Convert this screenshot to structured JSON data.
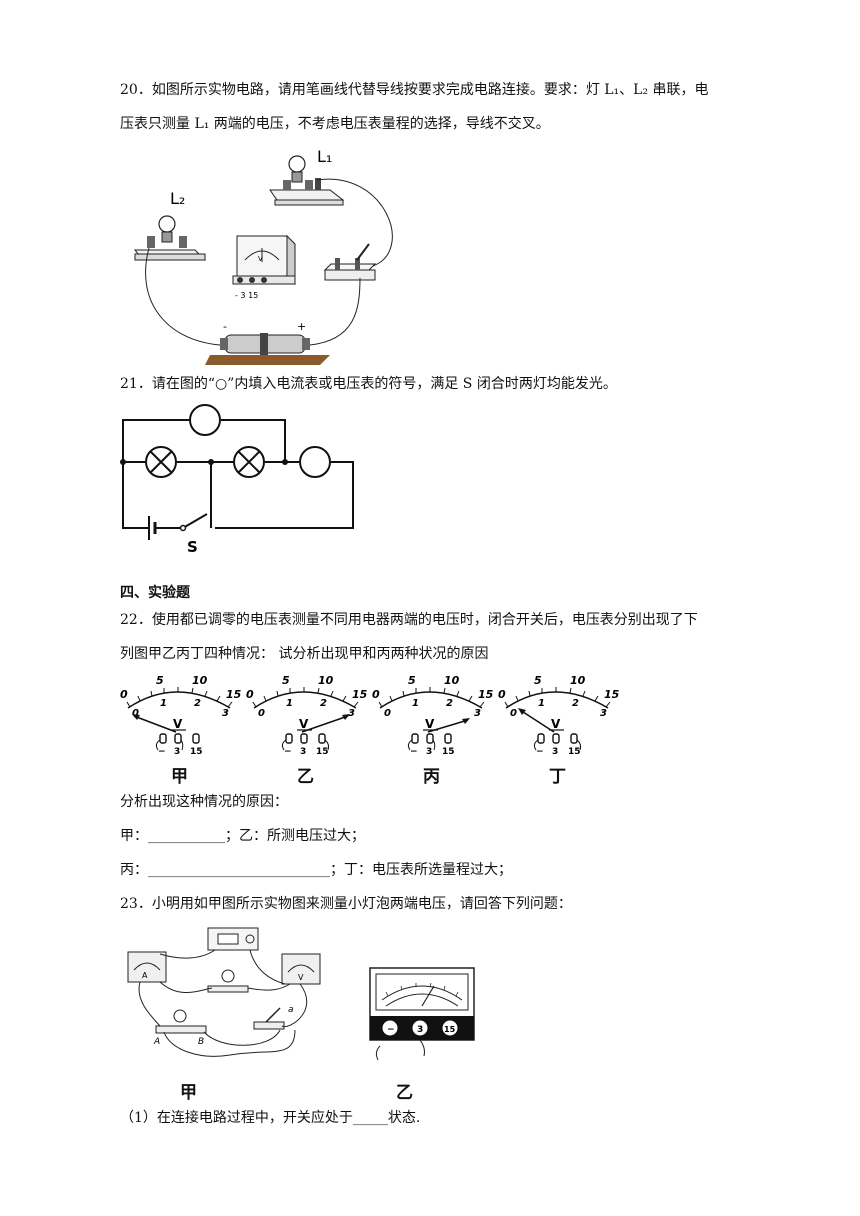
{
  "q20": {
    "line1": "20．如图所示实物电路，请用笔画线代替导线按要求完成电路连接。要求：灯 L₁、L₂ 串联，电",
    "line2": "压表只测量 L₁ 两端的电压，不考虑电压表量程的选择，导线不交叉。",
    "fig": {
      "label_l1": "L₁",
      "label_l2": "L₂",
      "voltmeter_letter": "V",
      "voltmeter_terminals": "-  3  15",
      "battery_neg": "-",
      "battery_pos": "+"
    }
  },
  "q21": {
    "text": "21．请在图的“○”内填入电流表或电压表的符号，满足 S 闭合时两灯均能发光。",
    "switch_label": "S"
  },
  "section4": {
    "title": "四、实验题"
  },
  "q22": {
    "line1": "22．使用都已调零的电压表测量不同用电器两端的电压时，闭合开关后，电压表分别出现了下",
    "line2": "列图甲乙丙丁四种情况：  试分析出现甲和丙两种状况的原因",
    "meters": [
      {
        "caption": "甲"
      },
      {
        "caption": "乙"
      },
      {
        "caption": "丙"
      },
      {
        "caption": "丁"
      }
    ],
    "scale_top": [
      "0",
      "5",
      "10",
      "15"
    ],
    "scale_bottom": [
      "0",
      "1",
      "2",
      "3"
    ],
    "meter_letter": "V",
    "terminals": [
      "−",
      "3",
      "15"
    ],
    "analysis_title": "分析出现这种情况的原因：",
    "jia_line": "甲：___________；乙：所测电压过大；",
    "bing_line": "丙：__________________________；丁：电压表所选量程过大；"
  },
  "q23": {
    "text": "23．小明用如甲图所示实物图来测量小灯泡两端电压，请回答下列问题：",
    "fig_caption_a": "甲",
    "fig_caption_b": "乙",
    "fig_a_labels": {
      "a": "A",
      "b": "B",
      "ammeter": "A",
      "voltmeter": "V",
      "a_lower": "a"
    },
    "fig_b_terminals": [
      "−",
      "3",
      "15"
    ],
    "sub1": "（1）在连接电路过程中，开关应处于_____状态."
  }
}
